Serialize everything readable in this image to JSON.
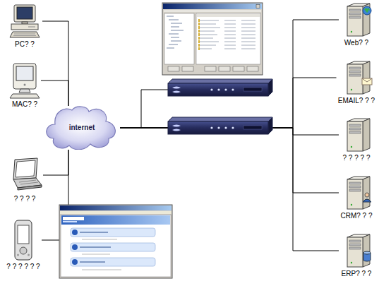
{
  "diagram": {
    "nodes": [
      {
        "text": [
          "PC? ?"
        ]
      },
      {
        "text": [
          "MAC? ?"
        ]
      },
      {
        "text": [
          "internet"
        ]
      },
      {
        "text": [
          "? ? ? ?"
        ]
      },
      {
        "text": [
          "? ? ? ? ? ?"
        ]
      },
      {
        "text": [
          "Web? ?"
        ]
      },
      {
        "text": [
          "EMAIL? ? ?"
        ]
      },
      {
        "text": [
          "? ? ? ? ?"
        ]
      },
      {
        "text": [
          "CRM? ? ?"
        ]
      },
      {
        "text": [
          "ERP? ? ?"
        ]
      }
    ],
    "edges": [
      {
        "from": 2,
        "to": 0,
        "arrow": "none"
      },
      {
        "from": 2,
        "to": 1,
        "arrow": "none"
      },
      {
        "from": 2,
        "to": 3,
        "arrow": "none"
      },
      {
        "from": 2,
        "to": 4,
        "arrow": "none"
      },
      {
        "from": 2,
        "to": 5,
        "arrow": "none"
      },
      {
        "from": 2,
        "to": 6,
        "arrow": "none"
      },
      {
        "from": 2,
        "to": 7,
        "arrow": "none"
      },
      {
        "from": 2,
        "to": 8,
        "arrow": "none"
      },
      {
        "from": 2,
        "to": 9,
        "arrow": "none"
      }
    ]
  }
}
